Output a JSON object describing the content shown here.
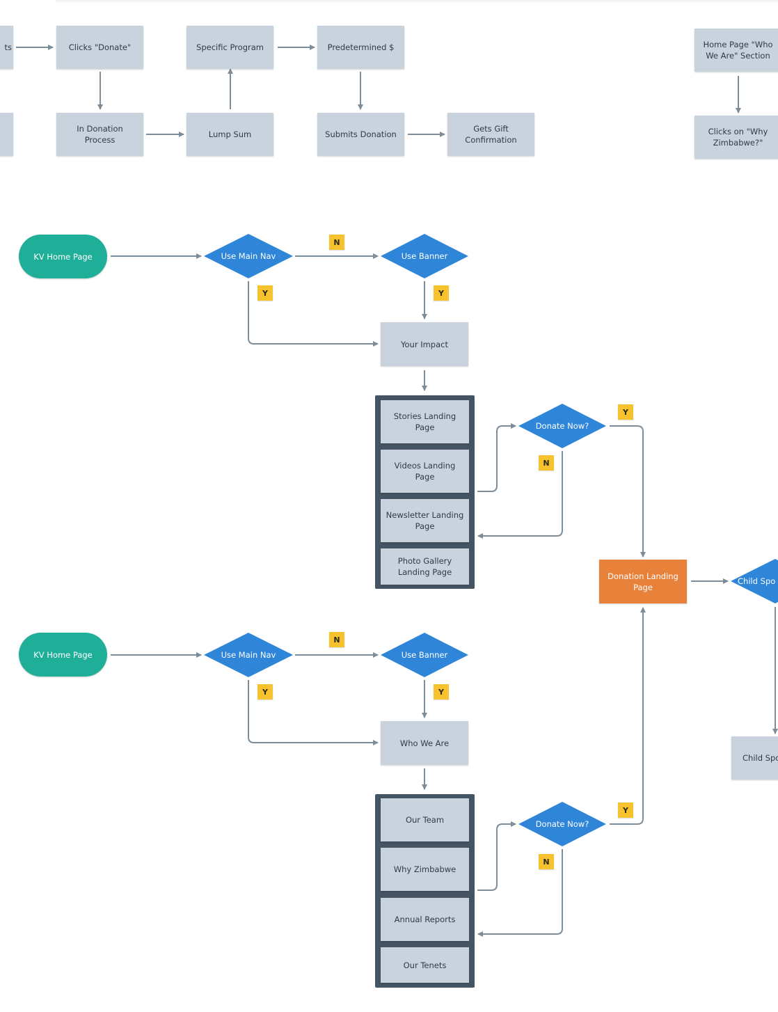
{
  "colors": {
    "process": "#c8d3dd",
    "decision": "#2f86d9",
    "terminal": "#1fae98",
    "highlight": "#e8823a",
    "tag": "#f6c32f",
    "group": "#455463",
    "connector": "#7d8c99"
  },
  "top_flow": {
    "partial_left_top": "ts",
    "clicks_donate": "Clicks \"Donate\"",
    "specific_program": "Specific Program",
    "predetermined": "Predetermined $",
    "in_donation_process": "In Donation Process",
    "lump_sum": "Lump Sum",
    "submits_donation": "Submits Donation",
    "gets_gift_confirmation": "Gets Gift Confirmation",
    "home_who_we_are": "Home Page \"Who We Are\" Section",
    "clicks_why_zimbabwe": "Clicks on \"Why Zimbabwe?\""
  },
  "flow1": {
    "start": "KV Home Page",
    "main_nav": "Use Main Nav",
    "banner": "Use Banner",
    "target": "Your Impact",
    "pages": [
      "Stories Landing Page",
      "Videos Landing Page",
      "Newsletter Landing Page",
      "Photo Gallery Landing Page"
    ],
    "donate_now": "Donate Now?",
    "tags": {
      "nav_no": "N",
      "nav_yes": "Y",
      "banner_yes": "Y",
      "donate_yes": "Y",
      "donate_no": "N"
    }
  },
  "flow2": {
    "start": "KV Home Page",
    "main_nav": "Use Main Nav",
    "banner": "Use Banner",
    "target": "Who We Are",
    "pages": [
      "Our Team",
      "Why Zimbabwe",
      "Annual Reports",
      "Our Tenets"
    ],
    "donate_now": "Donate Now?",
    "tags": {
      "nav_no": "N",
      "nav_yes": "Y",
      "banner_yes": "Y",
      "donate_yes": "Y",
      "donate_no": "N"
    }
  },
  "donation_landing": "Donation Landing Page",
  "partial_right": {
    "child_decision": "Child Spo",
    "child_box": "Child Spo"
  }
}
